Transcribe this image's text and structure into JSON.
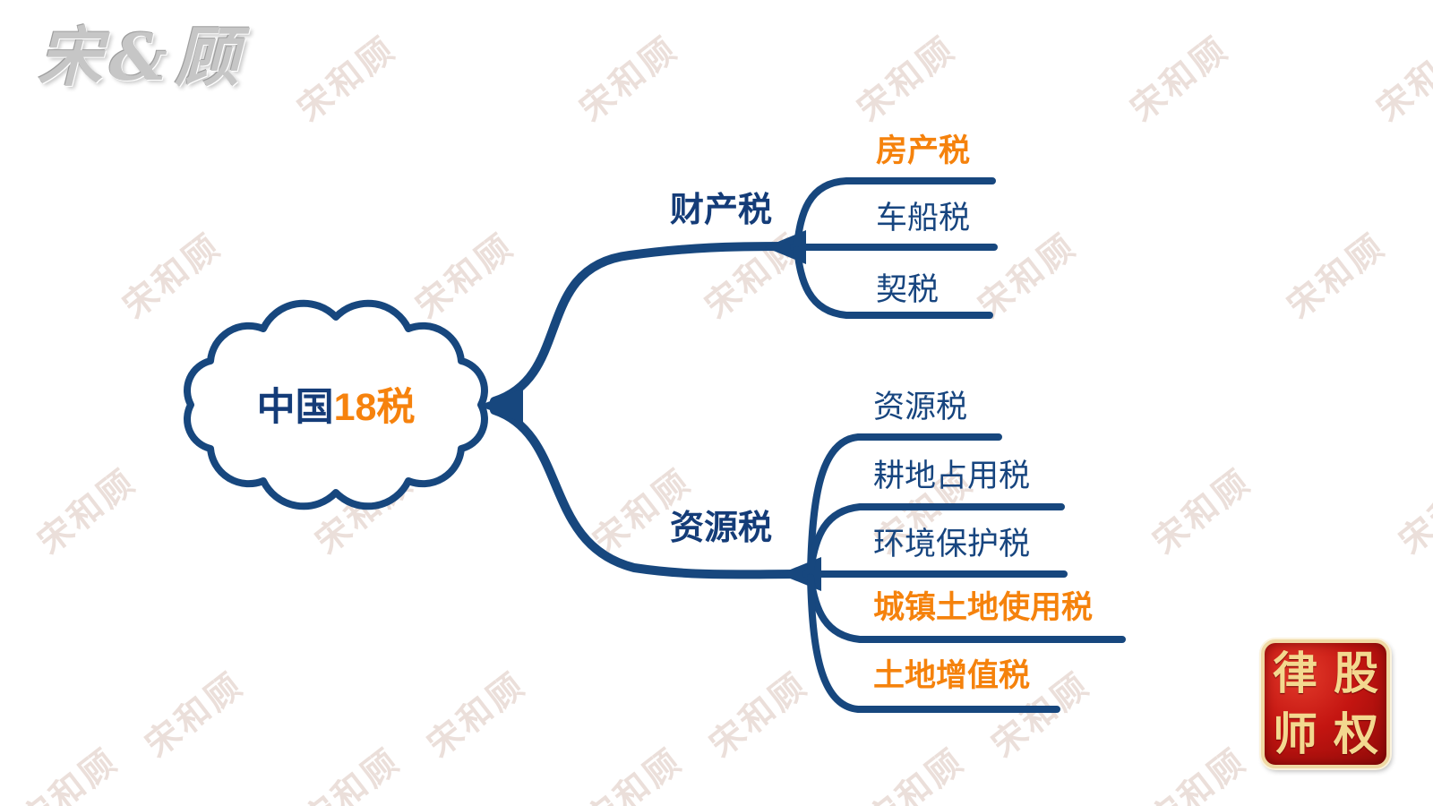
{
  "slide": {
    "background": "#ffffff"
  },
  "branding": {
    "corner_logo_text": "宋&顾",
    "watermark_text": "宋和顾",
    "seal": {
      "grid": [
        [
          "律",
          "股"
        ],
        [
          "师",
          "权"
        ]
      ]
    }
  },
  "colors": {
    "line_navy": "#17477E",
    "text_navy": "#143C78",
    "accent_orange": "#F5820C",
    "watermark": "#EBDFDA",
    "seal_red": "#C41511",
    "seal_gold": "#F3D88F",
    "logo_silver": "#C6C6C6"
  },
  "mindmap": {
    "root": {
      "text_primary": "中国",
      "text_accent": "18税"
    },
    "branches": [
      {
        "label": "财产税",
        "children": [
          {
            "label": "房产税",
            "highlighted": true
          },
          {
            "label": "车船税",
            "highlighted": false
          },
          {
            "label": "契税",
            "highlighted": false
          }
        ]
      },
      {
        "label": "资源税",
        "children": [
          {
            "label": "资源税",
            "highlighted": false
          },
          {
            "label": "耕地占用税",
            "highlighted": false
          },
          {
            "label": "环境保护税",
            "highlighted": false
          },
          {
            "label": "城镇土地使用税",
            "highlighted": true
          },
          {
            "label": "土地增值税",
            "highlighted": true
          }
        ]
      }
    ]
  }
}
